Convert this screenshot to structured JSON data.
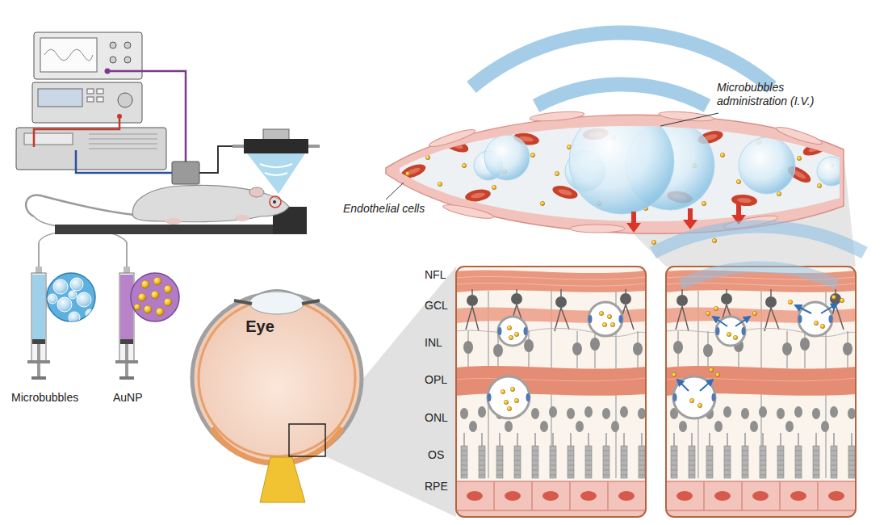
{
  "diagram": {
    "nodes": [
      {
        "text": [
          "Eye"
        ]
      }
    ],
    "labels": [
      "Microbubbles administration (I.V.)",
      "Endothelial cells",
      "NFL",
      "GCL",
      "INL",
      "OPL",
      "ONL",
      "OS",
      "RPE",
      "Microbubbles",
      "AuNP"
    ]
  }
}
